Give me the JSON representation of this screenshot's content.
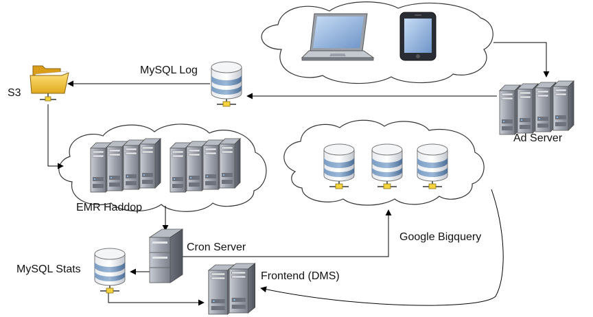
{
  "labels": {
    "s3": "S3",
    "mysql_log": "MySQL Log",
    "ad_server": "Ad Server",
    "emr_hadoop": "EMR Haddop",
    "cron_server": "Cron Server",
    "google_bigquery": "Google Bigquery",
    "mysql_stats": "MySQL Stats",
    "frontend": "Frontend (DMS)"
  },
  "icons": {
    "laptop": "laptop-icon",
    "phone": "smartphone-icon",
    "folder": "folder-icon",
    "database": "database-icon",
    "server_rack": "server-rack-icon",
    "tower_server": "tower-server-icon",
    "cloud": "cloud-shape"
  },
  "colors": {
    "cloud_stroke": "#333333",
    "arrow": "#000000",
    "server_body": "#8a8f9c",
    "db_band": "#5a7fa8",
    "folder": "#f2c438"
  }
}
